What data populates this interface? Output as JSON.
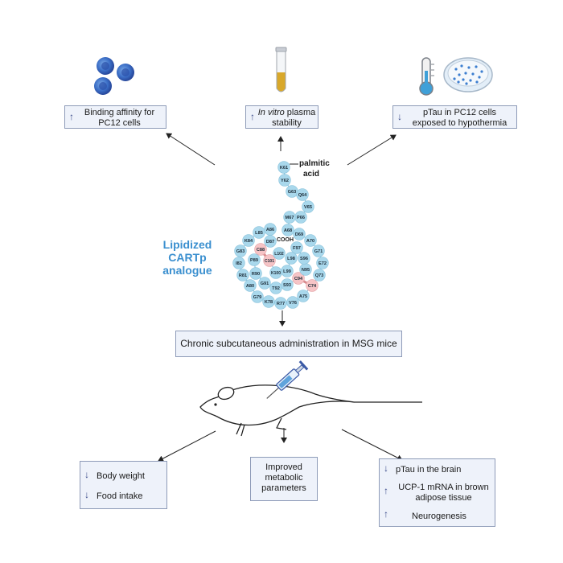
{
  "top_boxes": [
    {
      "arrow": "↑",
      "text": "Binding affinity for PC12 cells"
    },
    {
      "arrow": "↑",
      "italic": "In vitro",
      "text": "plasma stability"
    },
    {
      "arrow": "↓",
      "text": "pTau in PC12 cells exposed to hypothermia"
    }
  ],
  "top_lines": [
    [
      "Binding affinity for",
      "PC12 cells"
    ],
    [
      "plasma",
      "stability"
    ],
    [
      "pTau in PC12 cells",
      "exposed to hypothermia"
    ]
  ],
  "molecule": {
    "title_lines": [
      "Lipidized",
      "CARTp",
      "analogue"
    ],
    "palmitic_lines": [
      "palmitic",
      "acid"
    ],
    "cooh": "COOH",
    "residues": [
      "K61",
      "Y62",
      "G63",
      "Q64",
      "V65",
      "P66",
      "M67",
      "A68",
      "D69",
      "A70",
      "G71",
      "E72",
      "Q73",
      "C74",
      "A75",
      "V76",
      "R77",
      "K78",
      "G79",
      "A80",
      "R81",
      "I82",
      "G83",
      "K84",
      "L85",
      "A86",
      "D87",
      "C88",
      "P89",
      "R90",
      "G91",
      "T92",
      "S93",
      "C94",
      "N95",
      "S96",
      "F97",
      "L98",
      "L99",
      "K100",
      "C101",
      "L102"
    ]
  },
  "admin_box": {
    "text": "Chronic subcutaneous administration in MSG mice"
  },
  "bottom_left": [
    {
      "arrow": "↓",
      "text": "Body weight"
    },
    {
      "arrow": "↓",
      "text": "Food intake"
    }
  ],
  "bottom_middle": {
    "lines": [
      "Improved",
      "metabolic",
      "parameters"
    ]
  },
  "bottom_right": [
    {
      "arrow": "↓",
      "lines": [
        "pTau in the brain"
      ]
    },
    {
      "arrow": "↑",
      "lines": [
        "UCP-1 mRNA in brown",
        "adipose tissue"
      ]
    },
    {
      "arrow": "↑",
      "lines": [
        "Neurogenesis"
      ]
    }
  ],
  "colors": {
    "residue": "#a9d8ec",
    "cysteine": "#f6c4c6",
    "box_fill": "#eef2fa",
    "box_border": "#8e9bb8",
    "title": "#3a8fcf"
  }
}
